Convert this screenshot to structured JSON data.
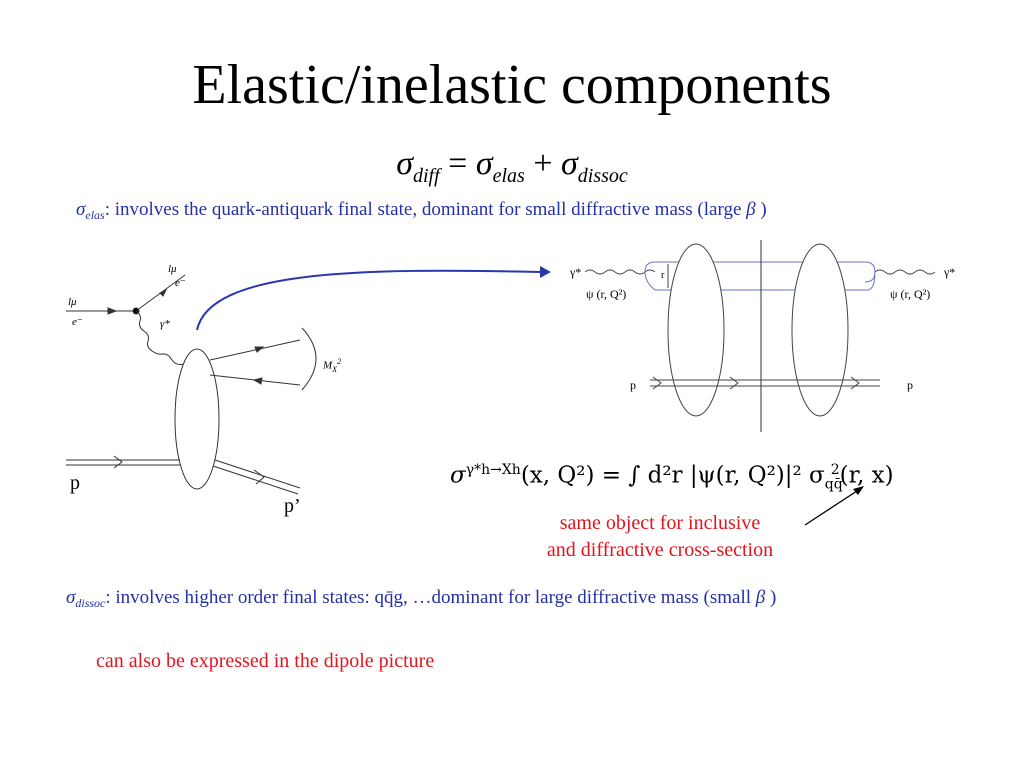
{
  "title": "Elastic/inelastic components",
  "main_equation": {
    "lhs_symbol": "σ",
    "lhs_sub": "diff",
    "equals": "=",
    "t1_symbol": "σ",
    "t1_sub": "elas",
    "plus": "+",
    "t2_symbol": "σ",
    "t2_sub": "dissoc"
  },
  "elas_desc": {
    "symbol": "σ",
    "sub": "elas",
    "text": ": involves the quark-antiquark final state, dominant for small diffractive mass (large ",
    "beta": "β",
    "close": " )"
  },
  "dissoc_desc": {
    "symbol": "σ",
    "sub": "dissoc",
    "text": ": involves higher order final states: qq̄g, …dominant for large diffractive mass (small ",
    "beta": "β",
    "close": " )"
  },
  "dipole_note": "can also be expressed in the dipole picture",
  "same_object_note": [
    "same object for inclusive",
    "and diffractive cross-section"
  ],
  "formula": {
    "sigma": "σ",
    "sup": "γ*h→Xh",
    "args": "(x, Q²) = ∫ d²r |ψ(r, Q²)|² σ",
    "sub_qq": "qq̄",
    "sup_2": "2",
    "tail": "(r, x)"
  },
  "left_diagram": {
    "lepton_in_top": "lμ",
    "lepton_in_bottom": "e⁻",
    "lepton_out_top": "lμ",
    "lepton_out_bottom": "e⁻",
    "photon": "γ*",
    "mass": "M",
    "mass_sub": "X",
    "mass_sup": "2",
    "proton_in": "p",
    "proton_out": "p’"
  },
  "right_diagram": {
    "photon_left": "γ*",
    "photon_right": "γ*",
    "r_label": "r",
    "psi_left": "ψ (r, Q²)",
    "psi_right": "ψ (r, Q²)",
    "p_left": "p",
    "p_right": "p"
  },
  "colors": {
    "blue_text": "#2430a6",
    "red_text": "#e3141d",
    "arrow_blue": "#2a36b0"
  }
}
